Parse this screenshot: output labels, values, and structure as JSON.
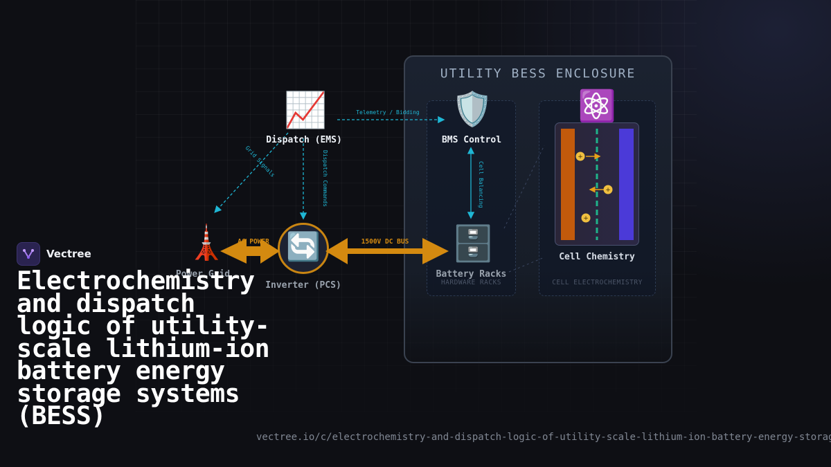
{
  "brand": {
    "name": "Vectree"
  },
  "headline": "Electrochemistry and dispatch logic of utility-scale lithium-ion battery energy storage systems (BESS)",
  "url": "vectree.io/c/electrochemistry-and-dispatch-logic-of-utility-scale-lithium-ion-battery-energy-storage-systems-bess",
  "diagram": {
    "enclosure_title": "UTILITY BESS ENCLOSURE",
    "nodes": {
      "ems": {
        "label": "Dispatch (EMS)",
        "icon": "chart-increasing-icon"
      },
      "bms": {
        "label": "BMS Control",
        "icon": "shield-icon"
      },
      "grid": {
        "label": "Power Grid",
        "icon": "tower-icon"
      },
      "pcs": {
        "label": "Inverter (PCS)",
        "icon": "cycle-arrows-icon"
      },
      "racks": {
        "label": "Battery Racks",
        "sublabel": "HARDWARE RACKS",
        "icon": "cabinet-icon"
      },
      "cells": {
        "label": "Cell Chemistry",
        "sublabel": "CELL ELECTROCHEMISTRY",
        "icon": "atom-icon"
      }
    },
    "links": {
      "telemetry": "Telemetry / Bidding",
      "grid_signals": "Grid Signals",
      "dispatch_commands": "Dispatch Commands",
      "cell_balancing": "Cell Balancing",
      "ac_power": "AC POWER",
      "dc_bus": "1500V DC BUS"
    },
    "colors": {
      "signal": "#1fb6d4",
      "power": "#d48a10",
      "anode": "#c25a0c",
      "cathode": "#4b3ad8",
      "separator": "#1fb38a",
      "ion": "#f0c040"
    }
  }
}
